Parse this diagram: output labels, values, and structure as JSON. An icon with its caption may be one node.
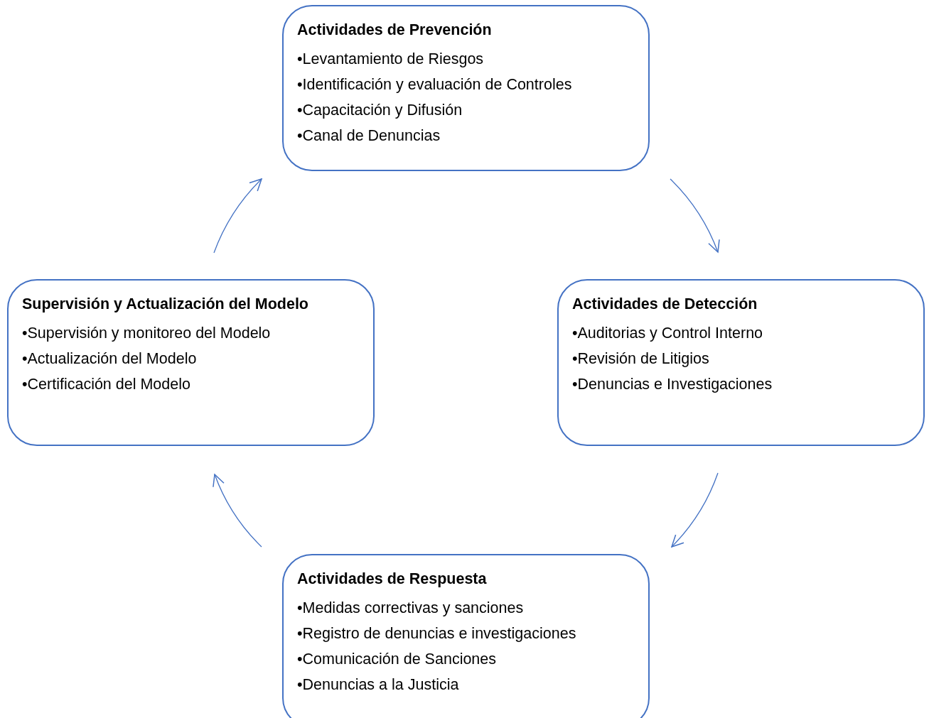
{
  "diagram": {
    "nodes": [
      {
        "text": [
          "Actividades de Prevención",
          "•Levantamiento de Riesgos",
          "•Identificación y evaluación de Controles",
          "•Capacitación y Difusión",
          "•Canal de Denuncias"
        ]
      },
      {
        "text": [
          "Supervisión y Actualización del Modelo",
          "•Supervisión y monitoreo del Modelo",
          "•Actualización del Modelo",
          "•Certificación del Modelo"
        ]
      },
      {
        "text": [
          "Actividades de Detección",
          "•Auditorias y Control Interno",
          "•Revisión de Litigios",
          "•Denuncias e Investigaciones"
        ]
      },
      {
        "text": [
          "Actividades de Respuesta",
          "•Medidas correctivas y sanciones",
          "•Registro de denuncias e investigaciones",
          "•Comunicación de Sanciones",
          "•Denuncias a la Justicia"
        ]
      }
    ],
    "edges": [
      {
        "from": 0,
        "to": 2,
        "arrow": "to"
      },
      {
        "from": 2,
        "to": 3,
        "arrow": "to"
      },
      {
        "from": 3,
        "to": 1,
        "arrow": "to"
      },
      {
        "from": 1,
        "to": 0,
        "arrow": "to"
      }
    ]
  }
}
